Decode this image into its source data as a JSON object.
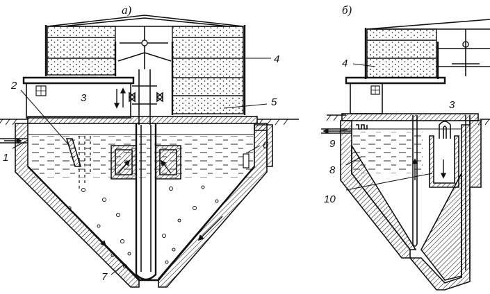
{
  "panels": [
    {
      "id": "a",
      "label": "а)",
      "callouts": [
        "1",
        "2",
        "3",
        "4",
        "5",
        "6",
        "7"
      ]
    },
    {
      "id": "b",
      "label": "б)",
      "callouts": [
        "3",
        "4",
        "8",
        "9",
        "10"
      ]
    }
  ]
}
